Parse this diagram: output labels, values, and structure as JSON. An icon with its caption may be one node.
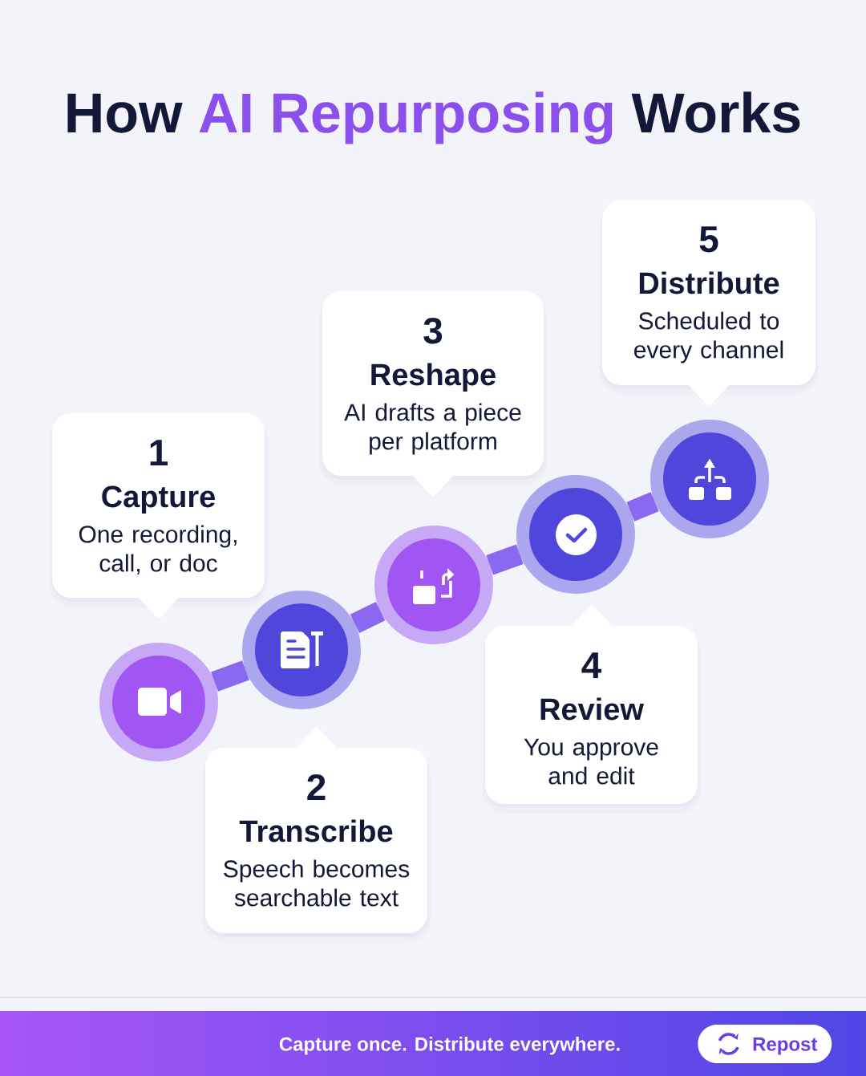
{
  "diagram": {
    "title": "How AI Repurposing Works",
    "nodes": [
      {
        "text": [
          "1",
          "Capture",
          "One recording, call, or doc"
        ]
      },
      {
        "text": [
          "2",
          "Transcribe",
          "Speech becomes searchable text"
        ]
      },
      {
        "text": [
          "3",
          "Reshape",
          "AI drafts a piece per platform"
        ]
      },
      {
        "text": [
          "4",
          "Review",
          "You approve and edit"
        ]
      },
      {
        "text": [
          "5",
          "Distribute",
          "Scheduled to every channel"
        ]
      },
      {
        "text": [],
        "shape": "circle"
      },
      {
        "text": [],
        "shape": "circle"
      },
      {
        "text": [],
        "shape": "circle"
      },
      {
        "text": [],
        "shape": "circle"
      },
      {
        "text": [],
        "shape": "circle"
      },
      {
        "text": [
          "Capture once. Distribute everywhere."
        ]
      },
      {
        "text": [
          "Repost"
        ],
        "in": 10
      }
    ],
    "edges": [
      {
        "from": 5,
        "to": 6,
        "arrow": "none"
      },
      {
        "from": 6,
        "to": 7,
        "arrow": "none"
      },
      {
        "from": 7,
        "to": 8,
        "arrow": "none"
      },
      {
        "from": 8,
        "to": 9,
        "arrow": "none"
      }
    ]
  }
}
